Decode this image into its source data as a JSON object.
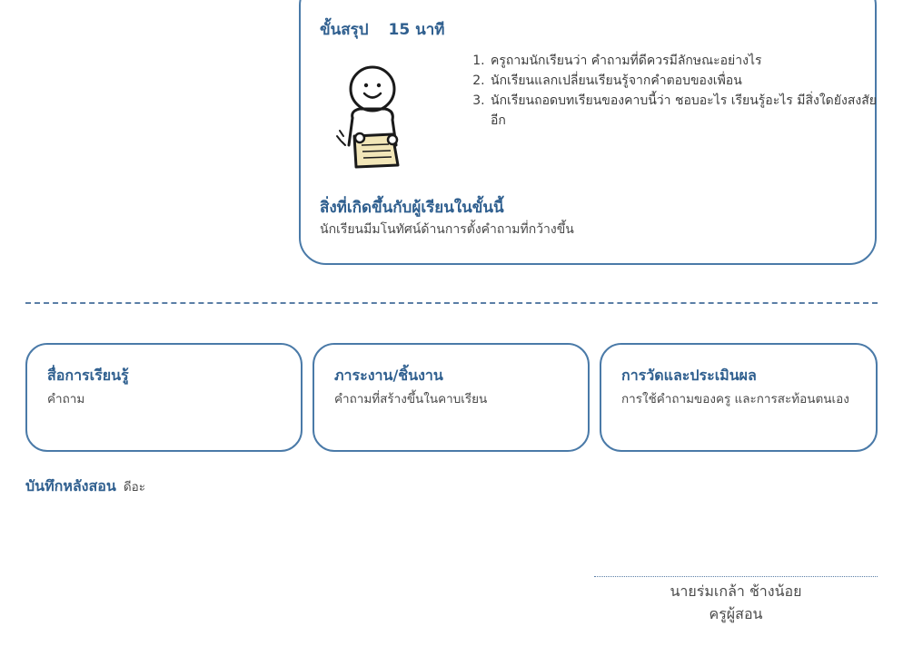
{
  "summary": {
    "title": "ขั้นสรุป",
    "duration": "15 นาที",
    "steps": [
      "ครูถามนักเรียนว่า คำถามที่ดีควรมีลักษณะอย่างไร",
      "นักเรียนแลกเปลี่ยนเรียนรู้จากคำตอบของเพื่อน",
      "นักเรียนถอดบทเรียนของคาบนี้ว่า ชอบอะไร เรียนรู้อะไร มีสิ่งใดยังสงสัยอีก"
    ],
    "outcome_title": "สิ่งที่เกิดขึ้นกับผู้เรียนในขั้นนี้",
    "outcome_text": "นักเรียนมีมโนทัศน์ด้านการตั้งคำถามที่กว้างขึ้น"
  },
  "cards": [
    {
      "title": "สื่อการเรียนรู้",
      "text": "คำถาม"
    },
    {
      "title": "ภาระงาน/ชิ้นงาน",
      "text": "คำถามที่สร้างขึ้นในคาบเรียน"
    },
    {
      "title": "การวัดและประเมินผล",
      "text": "การใช้คำถามของครู และการสะท้อนตนเอง"
    }
  ],
  "note": {
    "label": "บันทึกหลังสอน",
    "value": "ดีอะ"
  },
  "signature": {
    "name": "นายร่มเกล้า ช้างน้อย",
    "role": "ครูผู้สอน"
  },
  "colors": {
    "accent": "#2f5f8f",
    "border": "#4a7aa8",
    "text": "#4a4a4a"
  },
  "icons": {
    "figure": "person-writing-illustration"
  }
}
